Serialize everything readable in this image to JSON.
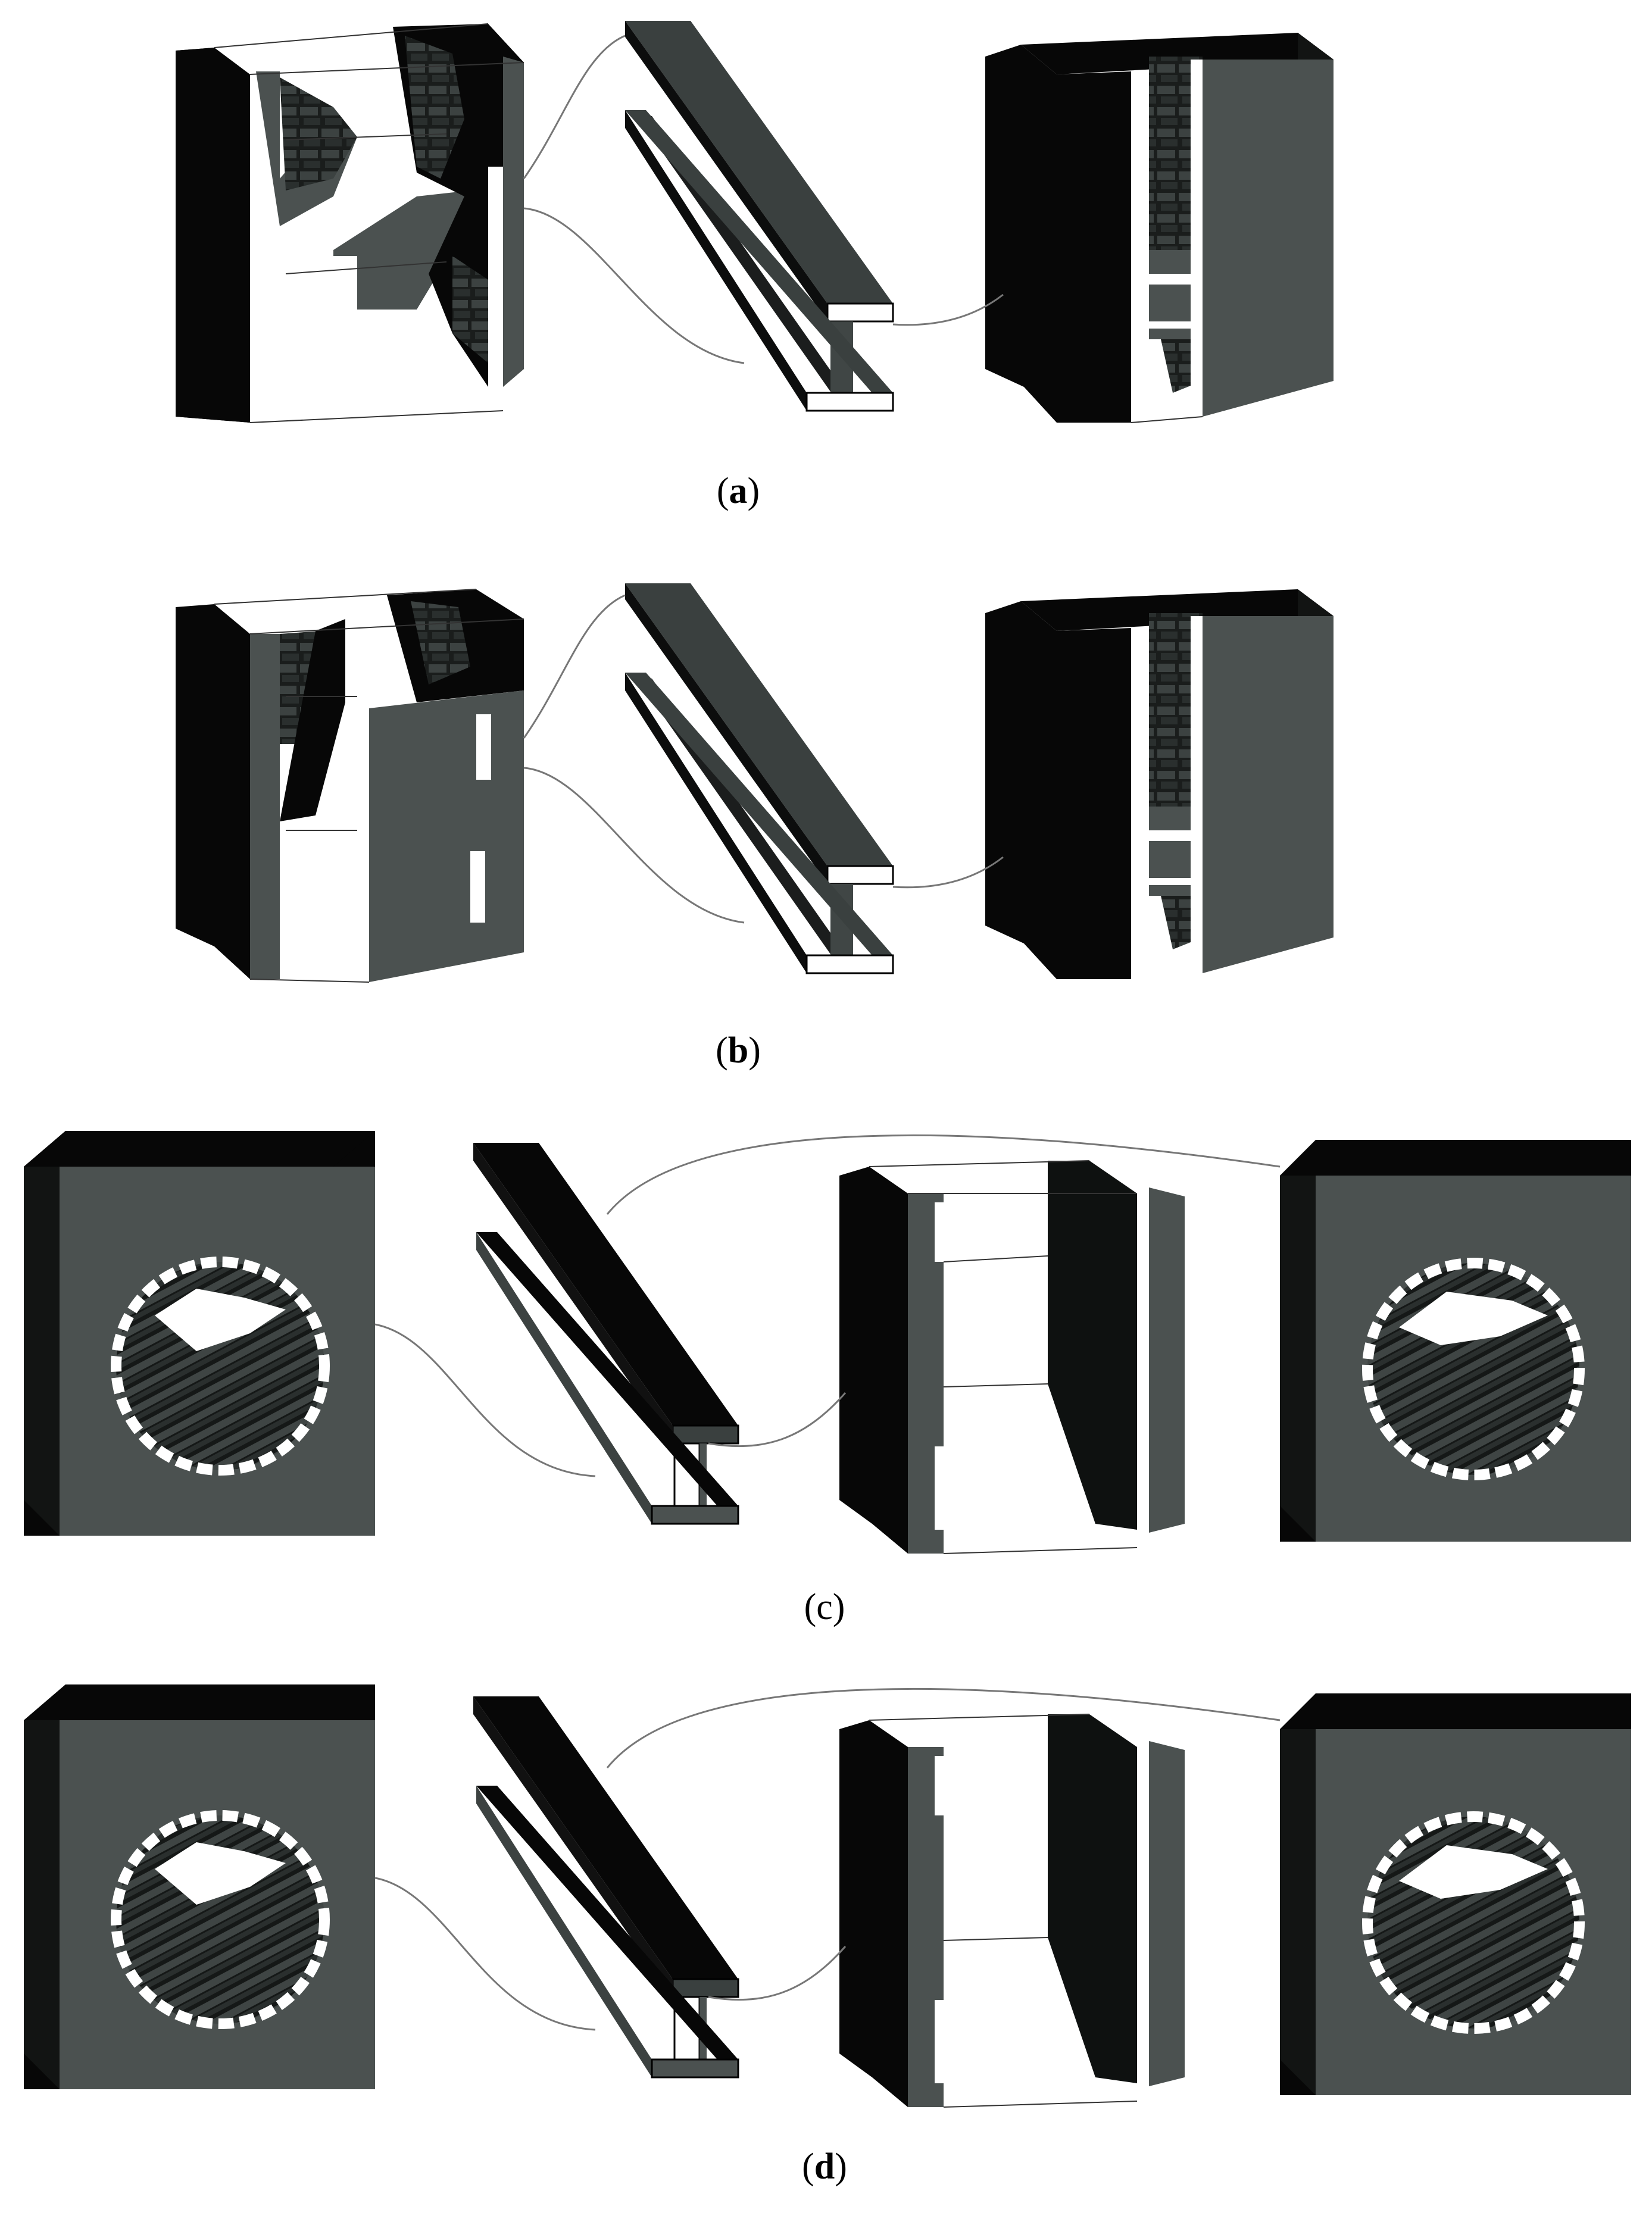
{
  "figure": {
    "panels": [
      {
        "letter": "a"
      },
      {
        "letter": "b"
      },
      {
        "letter": "c"
      },
      {
        "letter": "d"
      }
    ]
  },
  "colors": {
    "face_black": "#070707",
    "face_side": "#121413",
    "face_grey": "#4b5150",
    "flange_dark": "#3a403f",
    "white": "#ffffff",
    "connector": "#777777"
  }
}
